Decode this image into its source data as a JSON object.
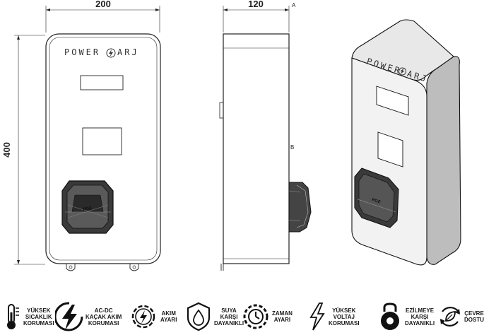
{
  "dimensions": {
    "width": "200",
    "depth": "120",
    "height": "400"
  },
  "markers": {
    "a": "A",
    "b": "B"
  },
  "brand": {
    "front": "POWER",
    "front_suffix": "ARJ"
  },
  "socket": {
    "label": "PGE"
  },
  "features": [
    {
      "icon": "thermometer-icon",
      "lines": [
        "YÜKSEK",
        "SICAKLIK",
        "KORUMASI"
      ]
    },
    {
      "icon": "lightning-bolt-icon",
      "lines": [
        "AC-DC",
        "KAÇAK AKIM",
        "KORUMASI"
      ]
    },
    {
      "icon": "gear-bolt-icon",
      "lines": [
        "AKIM",
        "AYARI"
      ]
    },
    {
      "icon": "water-drop-shield-icon",
      "lines": [
        "SUYA",
        "KARŞI",
        "DAYANIKLI"
      ]
    },
    {
      "icon": "gear-clock-icon",
      "lines": [
        "ZAMAN",
        "AYARI"
      ]
    },
    {
      "icon": "high-voltage-icon",
      "lines": [
        "YÜKSEK",
        "VOLTAJ",
        "KORUMASI"
      ]
    },
    {
      "icon": "kettlebell-icon",
      "lines": [
        "EZİLMEYE",
        "KARŞI",
        "DAYANIKLI"
      ]
    },
    {
      "icon": "leaf-recycle-icon",
      "lines": [
        "ÇEVRE",
        "DOSTU"
      ]
    }
  ]
}
